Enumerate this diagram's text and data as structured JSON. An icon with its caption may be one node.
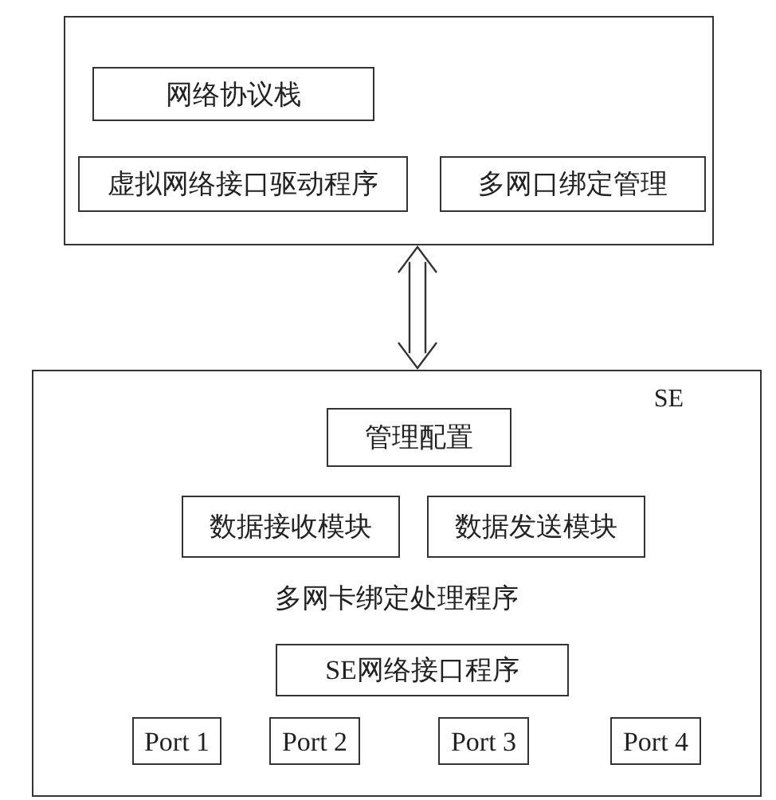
{
  "diagram": {
    "nodes": [
      {
        "text": [],
        "shape": "box"
      },
      {
        "text": [
          "网络协议栈"
        ],
        "in": 0
      },
      {
        "text": [
          "虚拟网络接口驱动程序"
        ],
        "in": 0
      },
      {
        "text": [
          "多网口绑定管理"
        ],
        "in": 0
      },
      {
        "text": [
          "SE",
          "多网卡绑定处理程序"
        ]
      },
      {
        "text": [
          "管理配置"
        ],
        "in": 4
      },
      {
        "text": [
          "数据接收模块"
        ],
        "in": 4
      },
      {
        "text": [
          "数据发送模块"
        ],
        "in": 4
      },
      {
        "text": [
          "SE网络接口程序"
        ],
        "in": 4
      },
      {
        "text": [
          "Port 1"
        ],
        "in": 4
      },
      {
        "text": [
          "Port 2"
        ],
        "in": 4
      },
      {
        "text": [
          "Port 3"
        ],
        "in": 4
      },
      {
        "text": [
          "Port 4"
        ],
        "in": 4
      }
    ],
    "edges": [
      {
        "from": 0,
        "to": 4,
        "arrow": "both"
      }
    ]
  }
}
